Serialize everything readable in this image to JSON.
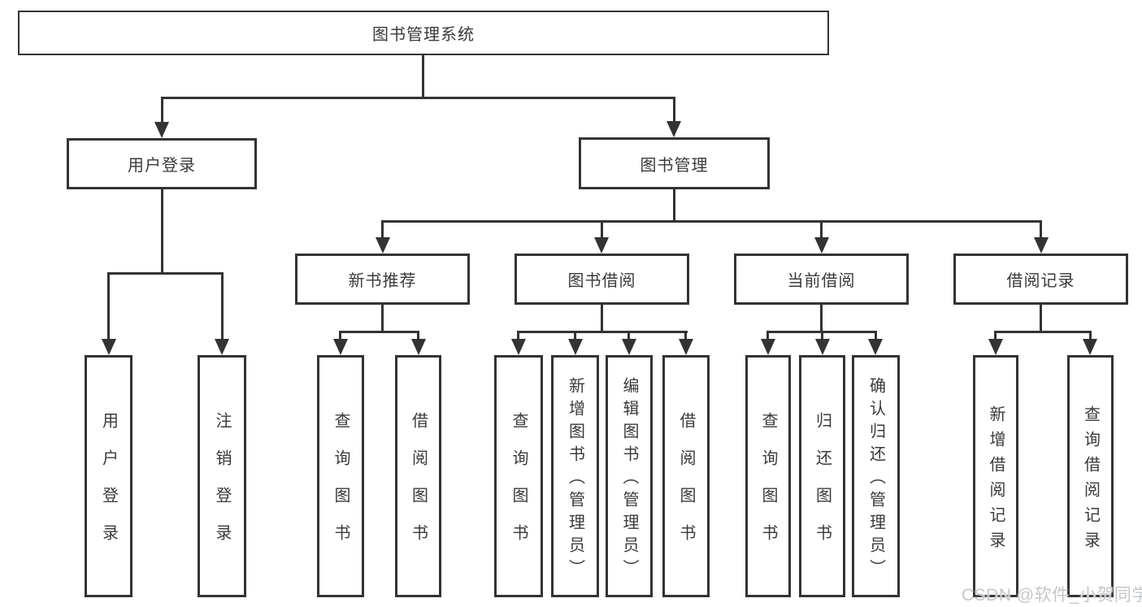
{
  "root": {
    "label": "图书管理系统"
  },
  "branches": [
    {
      "label": "用户登录",
      "children": [
        "用户登录",
        "注销登录"
      ]
    },
    {
      "label": "图书管理"
    }
  ],
  "modules": [
    {
      "label": "新书推荐",
      "children": [
        "查询图书",
        "借阅图书"
      ]
    },
    {
      "label": "图书借阅",
      "children": [
        "查询图书",
        "新增图书（管理员）",
        "编辑图书（管理员）",
        "借阅图书"
      ]
    },
    {
      "label": "当前借阅",
      "children": [
        "查询图书",
        "归还图书",
        "确认归还（管理员）"
      ]
    },
    {
      "label": "借阅记录",
      "children": [
        "新增借阅记录",
        "查询借阅记录"
      ]
    }
  ],
  "watermark": "CSDN @软件_小贺同学",
  "colors": {
    "line": "#333333",
    "text": "#3a3a3a",
    "box_bg": "#ffffff",
    "background": "#ffffff",
    "watermark": "#c3c7cb"
  }
}
